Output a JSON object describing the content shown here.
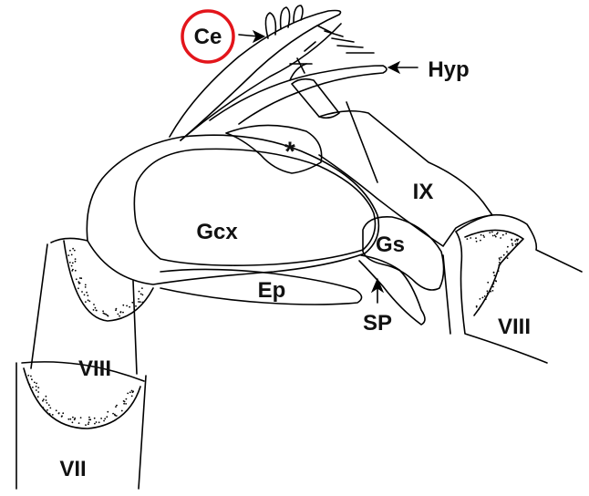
{
  "labels": {
    "ce": "Ce",
    "hyp": "Hyp",
    "ix": "IX",
    "gcx": "Gcx",
    "gs": "Gs",
    "ep": "Ep",
    "sp": "SP",
    "viii_right": "VIII",
    "viii_left": "VIII",
    "vii": "VII",
    "asterisk": "*"
  },
  "colors": {
    "line": "#000000",
    "highlight_circle": "#e3151b",
    "background": "#ffffff"
  },
  "highlighted_label": "Ce"
}
